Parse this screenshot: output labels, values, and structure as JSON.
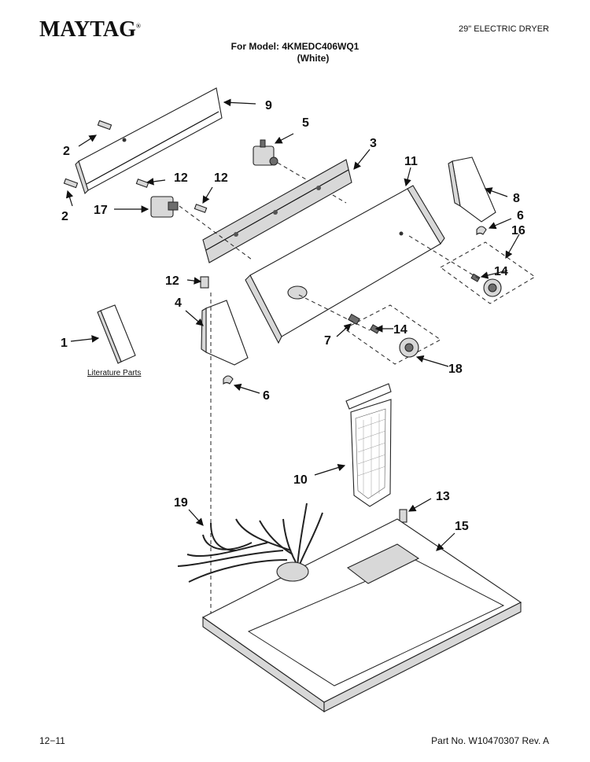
{
  "header": {
    "brand": "MAYTAG",
    "product": "29\" ELECTRIC DRYER",
    "model_line": "For Model: 4KMEDC406WQ1",
    "color_line": "(White)"
  },
  "diagram": {
    "literature_label": "Literature Parts",
    "callouts": [
      "9",
      "5",
      "3",
      "11",
      "8",
      "6",
      "16",
      "14",
      "2",
      "12",
      "12",
      "2",
      "17",
      "12",
      "4",
      "1",
      "7",
      "14",
      "18",
      "6",
      "10",
      "19",
      "13",
      "15"
    ]
  },
  "footer": {
    "page": "12−11",
    "part_number": "Part No. W10470307 Rev. A"
  }
}
